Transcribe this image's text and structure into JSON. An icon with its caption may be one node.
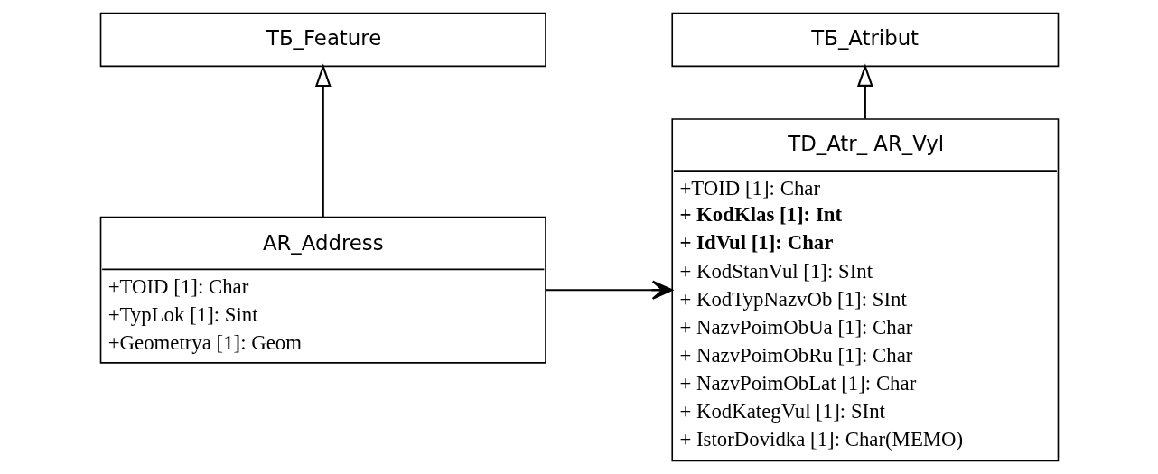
{
  "diagram": {
    "nodes": [
      {
        "text": [
          "ТБ_Feature"
        ]
      },
      {
        "text": [
          "ТБ_Atribut"
        ]
      },
      {
        "text": [
          "AR_Address",
          "+TOID [1]: Char",
          "+TypLok [1]: Sint",
          "+Geometrya [1]: Geom"
        ]
      },
      {
        "text": [
          "TD_Atr_ AR_Vyl",
          "+TOID [1]: Char",
          "**+ KodKlas [1]: Int**",
          "**+ IdVul [1]: Char**",
          "+ KodStanVul [1]: SInt",
          "+ KodTypNazvOb [1]: SInt",
          "+ NazvPoimObUa [1]: Char",
          "+ NazvPoimObRu [1]: Char",
          "+ NazvPoimObLat [1]: Char",
          "+ KodKategVul [1]: SInt",
          "+ IstorDovidka [1]: Char(MEMO)"
        ]
      }
    ],
    "edges": [
      {
        "from": 2,
        "to": 0,
        "arrow": "to"
      },
      {
        "from": 3,
        "to": 1,
        "arrow": "to"
      },
      {
        "from": 2,
        "to": 3,
        "arrow": "to"
      }
    ]
  }
}
